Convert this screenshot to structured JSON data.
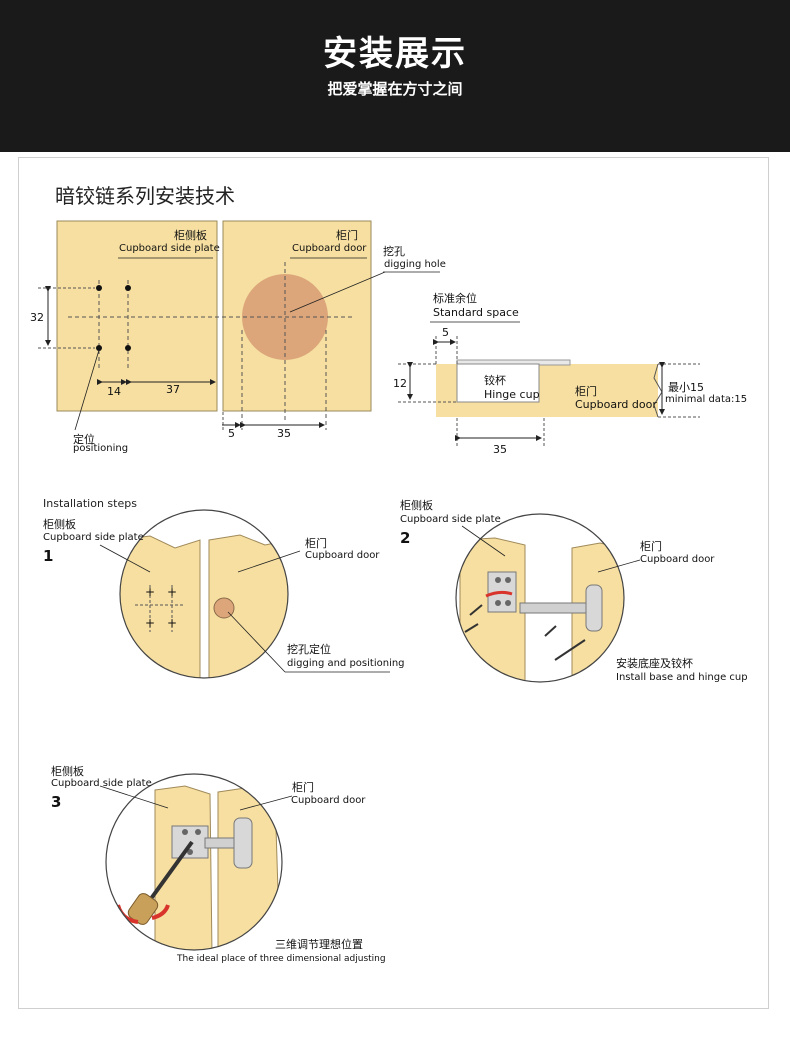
{
  "header": {
    "title": "安装展示",
    "subtitle": "把爱掌握在方寸之间"
  },
  "section_title": "暗铰链系列安装技术",
  "top_diagram": {
    "side_plate_cn": "柜侧板",
    "side_plate_en": "Cupboard side plate",
    "door_cn": "柜门",
    "door_en": "Cupboard door",
    "hole_cn": "挖孔",
    "hole_en": "digging hole",
    "positioning_cn": "定位",
    "positioning_en": "positioning",
    "dim_32": "32",
    "dim_14": "14",
    "dim_37": "37",
    "dim_5": "5",
    "dim_35": "35"
  },
  "side_view": {
    "standard_cn": "标准余位",
    "standard_en": "Standard space",
    "dim_5": "5",
    "dim_12": "12",
    "dim_35": "35",
    "cup_cn": "铰杯",
    "cup_en": "Hinge cup",
    "door_cn": "柜门",
    "door_en": "Cupboard door",
    "min_cn": "最小15",
    "min_en": "minimal data:15"
  },
  "step1": {
    "heading": "Installation steps",
    "side_cn": "柜侧板",
    "side_en": "Cupboard side plate",
    "number": "1",
    "door_cn": "柜门",
    "door_en": "Cupboard door",
    "dig_cn": "挖孔定位",
    "dig_en": "digging and positioning"
  },
  "step2": {
    "side_cn": "柜侧板",
    "side_en": "Cupboard side plate",
    "number": "2",
    "door_cn": "柜门",
    "door_en": "Cupboard door",
    "install_cn": "安装底座及铰杯",
    "install_en": "Install base and hinge cup"
  },
  "step3": {
    "side_cn": "柜侧板",
    "side_en": "Cupboard side plate",
    "number": "3",
    "door_cn": "柜门",
    "door_en": "Cupboard door",
    "adjust_cn": "三维调节理想位置",
    "adjust_en": "The ideal place of three dimensional adjusting"
  },
  "colors": {
    "header_bg": "#1a1a1a",
    "wood": "#f6dfa0",
    "hole": "#dca67a",
    "red_arrow": "#d9342b"
  }
}
